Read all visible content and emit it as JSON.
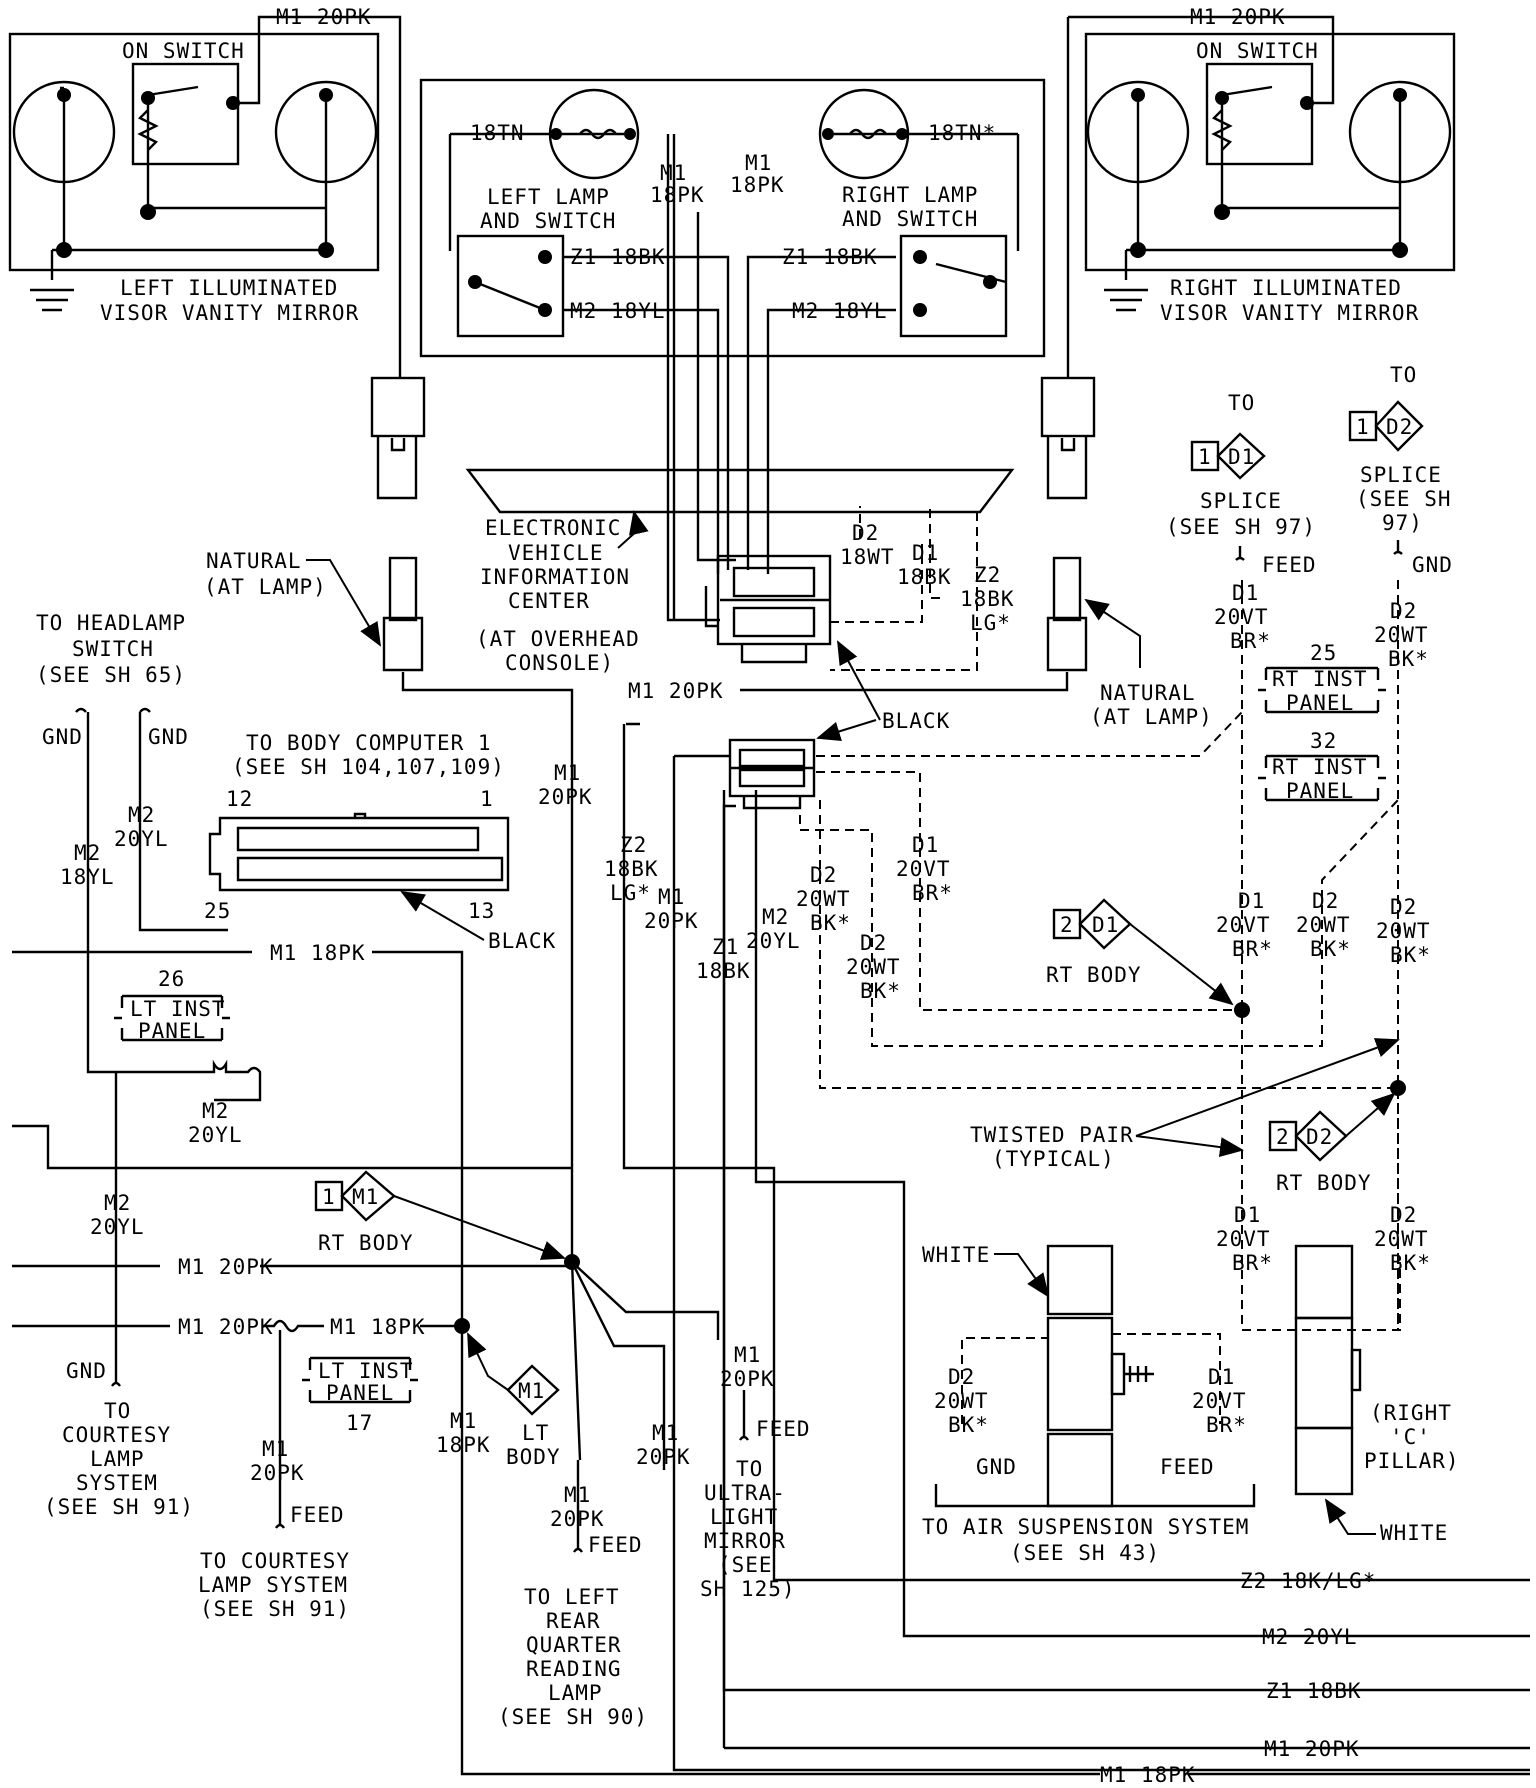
{
  "left_mirror": {
    "wire": "M1 20PK",
    "switch": "ON SWITCH",
    "title1": "LEFT ILLUMINATED",
    "title2": "VISOR VANITY MIRROR"
  },
  "right_mirror": {
    "wire": "M1 20PK",
    "switch": "ON SWITCH",
    "title1": "RIGHT ILLUMINATED",
    "title2": "VISOR VANITY MIRROR"
  },
  "overhead": {
    "left_tn": "18TN",
    "right_tn": "18TN*",
    "m1a": "M1",
    "m1a_g": "18PK",
    "m1b": "M1",
    "m1b_g": "18PK",
    "left_t1": "LEFT LAMP",
    "left_t2": "AND SWITCH",
    "right_t1": "RIGHT LAMP",
    "right_t2": "AND SWITCH",
    "z1_l": "Z1 18BK",
    "m2_l": "M2 18YL",
    "z1_r": "Z1 18BK",
    "m2_r": "M2 18YL"
  },
  "evic": {
    "l1": "ELECTRONIC",
    "l2": "VEHICLE",
    "l3": "INFORMATION",
    "l4": "CENTER",
    "l5": "(AT OVERHEAD",
    "l6": "CONSOLE)",
    "d2": "D2",
    "d2g": "18WT",
    "d1": "D1",
    "d1g": "18BK",
    "z2": "Z2",
    "z2g": "18BK",
    "z2c": "LG*"
  },
  "natural_left": {
    "l1": "NATURAL",
    "l2": "(AT LAMP)"
  },
  "natural_right": {
    "l1": "NATURAL",
    "l2": "(AT LAMP)"
  },
  "black_label": "BLACK",
  "m1_20pk_top": "M1 20PK",
  "splice_d1": {
    "to": "TO",
    "pin": "1",
    "id": "D1",
    "l1": "SPLICE",
    "l2": "(SEE SH 97)",
    "feed": "FEED"
  },
  "splice_d2": {
    "to": "TO",
    "pin": "1",
    "id": "D2",
    "l1": "SPLICE",
    "l2": "(SEE SH",
    "l3": "97)",
    "gnd": "GND"
  },
  "d1_upper": {
    "a": "D1",
    "b": "20VT",
    "c": "BR*"
  },
  "d2_upper": {
    "a": "D2",
    "b": "20WT",
    "c": "BK*"
  },
  "rt_inst_25": {
    "num": "25",
    "l1": "RT INST",
    "l2": "PANEL"
  },
  "rt_inst_32": {
    "num": "32",
    "l1": "RT INST",
    "l2": "PANEL"
  },
  "headlamp": {
    "l1": "TO HEADLAMP",
    "l2": "SWITCH",
    "l3": "(SEE SH 65)",
    "gnd1": "GND",
    "gnd2": "GND"
  },
  "body_computer": {
    "l1": "TO BODY COMPUTER 1",
    "l2": "(SEE SH 104,107,109)",
    "p12": "12",
    "p1": "1",
    "p25": "25",
    "p13": "13",
    "black": "BLACK"
  },
  "m2_20yl_a": {
    "a": "M2",
    "b": "20YL"
  },
  "m2_18yl": {
    "a": "M2",
    "b": "18YL"
  },
  "m1_18pk_left": "M1 18PK",
  "m1_20pk_vert": {
    "a": "M1",
    "b": "20PK"
  },
  "lt_inst_26": {
    "num": "26",
    "l1": "LT INST",
    "l2": "PANEL"
  },
  "m2_20yl_b": {
    "a": "M2",
    "b": "20YL"
  },
  "m2_20yl_c": {
    "a": "M2",
    "b": "20YL"
  },
  "z2_18bk": {
    "a": "Z2",
    "b": "18BK",
    "c": "LG*"
  },
  "m1_20pk_c": {
    "a": "M1",
    "b": "20PK"
  },
  "z1_18bk": {
    "a": "Z1",
    "b": "18BK"
  },
  "m2_20yl_d": {
    "a": "M2",
    "b": "20YL"
  },
  "d2_mid1": {
    "a": "D2",
    "b": "20WT",
    "c": "BK*"
  },
  "d2_mid2": {
    "a": "D2",
    "b": "20WT",
    "c": "BK*"
  },
  "d1_mid": {
    "a": "D1",
    "b": "20VT",
    "c": "BR*"
  },
  "rt_body_d1": {
    "pin": "2",
    "id": "D1",
    "label": "RT BODY"
  },
  "d1_r": {
    "a": "D1",
    "b": "20VT",
    "c": "BR*"
  },
  "d2_r1": {
    "a": "D2",
    "b": "20WT",
    "c": "BK*"
  },
  "d2_r2": {
    "a": "D2",
    "b": "20WT",
    "c": "BK*"
  },
  "twisted": {
    "l1": "TWISTED PAIR",
    "l2": "(TYPICAL)"
  },
  "rt_body_d2": {
    "pin": "2",
    "id": "D2",
    "label": "RT BODY"
  },
  "d1_low": {
    "a": "D1",
    "b": "20VT",
    "c": "BR*"
  },
  "d2_low": {
    "a": "D2",
    "b": "20WT",
    "c": "BK*"
  },
  "rt_body_m1": {
    "pin": "1",
    "id": "M1",
    "label": "RT BODY"
  },
  "m1_20pk_mid": "M1 20PK",
  "m1_20pk_splice": "M1 20PK",
  "m1_18pk_splice": "M1 18PK",
  "lt_inst_17": {
    "num": "17",
    "l1": "LT INST",
    "l2": "PANEL"
  },
  "lt_body_m1": {
    "id": "M1",
    "l1": "LT",
    "l2": "BODY"
  },
  "gnd_courtesy": {
    "gnd": "GND",
    "l1": "TO",
    "l2": "COURTESY",
    "l3": "LAMP",
    "l4": "SYSTEM",
    "l5": "(SEE SH 91)"
  },
  "m1_20pk_feed1": {
    "a": "M1",
    "b": "20PK",
    "feed": "FEED"
  },
  "courtesy2": {
    "l1": "TO COURTESY",
    "l2": "LAMP SYSTEM",
    "l3": "(SEE SH 91)"
  },
  "m1_18pk_vert": {
    "a": "M1",
    "b": "18PK"
  },
  "m1_20pk_feed2": {
    "a": "M1",
    "b": "20PK",
    "feed": "FEED"
  },
  "left_rear": {
    "l1": "TO LEFT",
    "l2": "REAR",
    "l3": "QUARTER",
    "l4": "READING",
    "l5": "LAMP",
    "l6": "(SEE SH 90)"
  },
  "m1_20pk_e": {
    "a": "M1",
    "b": "20PK"
  },
  "m1_20pk_feed3": {
    "a": "M1",
    "b": "20PK",
    "feed": "FEED"
  },
  "ultralight": {
    "l1": "TO",
    "l2": "ULTRA-",
    "l3": "LIGHT",
    "l4": "MIRROR",
    "l5": "(SEE",
    "l6": "SH 125)"
  },
  "air_susp": {
    "white": "WHITE",
    "d2a": "D2",
    "d2b": "20WT",
    "d2c": "BK*",
    "gnd": "GND",
    "d1a": "D1",
    "d1b": "20VT",
    "d1c": "BR*",
    "feed": "FEED",
    "l1": "TO AIR SUSPENSION SYSTEM",
    "l2": "(SEE SH 43)"
  },
  "pillar": {
    "l1": "(RIGHT",
    "l2": "'C'",
    "l3": "PILLAR)",
    "white": "WHITE"
  },
  "outputs": {
    "z2": "Z2 18K/LG*",
    "m2": "M2 20YL",
    "z1": "Z1 18BK",
    "m1a": "M1 20PK",
    "m1b": "M1 18PK"
  }
}
